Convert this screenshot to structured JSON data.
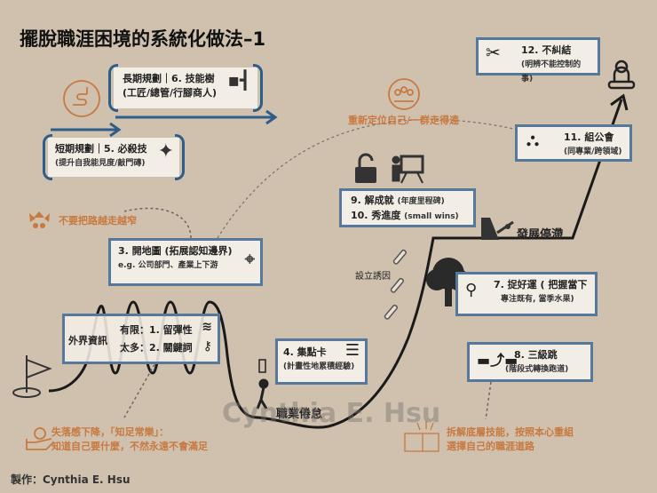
{
  "title": "擺脫職涯困境的系統化做法–1",
  "credit": "製作：Cynthia E. Hsu",
  "watermark": "Cynthia E. Hsu",
  "colors": {
    "background": "#d0c1ae",
    "box_border": "#56789a",
    "accent_orange": "#c8793f",
    "arrow_blue": "#2f5d8a"
  },
  "long_term": {
    "title": "長期規劃｜6. 技能樹",
    "sub": "(工匠/總管/行腳商人)",
    "icon": "org-chart-icon"
  },
  "short_term": {
    "title": "短期規劃｜5. 必殺技",
    "sub": "(提升自我能見度/敲門磚)",
    "icon": "shuriken-icon"
  },
  "narrow_note": "不要把路越走越窄",
  "map_box": {
    "title": "3. 開地圖 (拓展認知邊界)",
    "sub": "e.g. 公司部門、產業上下游",
    "icon": "map-pin-icon"
  },
  "info_box": {
    "label": "外界資訊",
    "line1": "有限：1. 留彈性",
    "line2": "太多：2. 關鍵詞",
    "icons": [
      "spring-icon",
      "key-icon"
    ]
  },
  "content_note": {
    "line1": "失落感下降，「知足常樂」：",
    "line2": "知道自己要什麼，不然永遠不會滿足"
  },
  "points_box": {
    "title": "4. 集點卡",
    "sub": "(計畫性地累積經驗)",
    "icon": "checklist-icon"
  },
  "burnout": "職業倦怠",
  "incentive": "設立誘因",
  "achieve_box": {
    "line1_main": "9.  解成就",
    "line1_sub": "(年度里程碑)",
    "line2_main": "10. 秀進度",
    "line2_sub": "(small wins)"
  },
  "stagnation": "發展停滯",
  "reposition_note": "重新定位自己/一群走得遠",
  "luck_box": {
    "title": "7. 捉好運 ( 把握當下",
    "sub": "專注既有, 當季水果)"
  },
  "jump_box": {
    "title": "8. 三級跳",
    "sub": "(階段式轉換跑道)"
  },
  "rebuild_note": {
    "line1": "拆解底層技能，按照本心重組",
    "line2": "選擇自己的職涯道路"
  },
  "guild_box": {
    "title": "11. 組公會",
    "sub": "(同專業/跨領域)"
  },
  "detach_box": {
    "title": "12. 不糾結",
    "sub": "(明辨不能控制的事)"
  }
}
